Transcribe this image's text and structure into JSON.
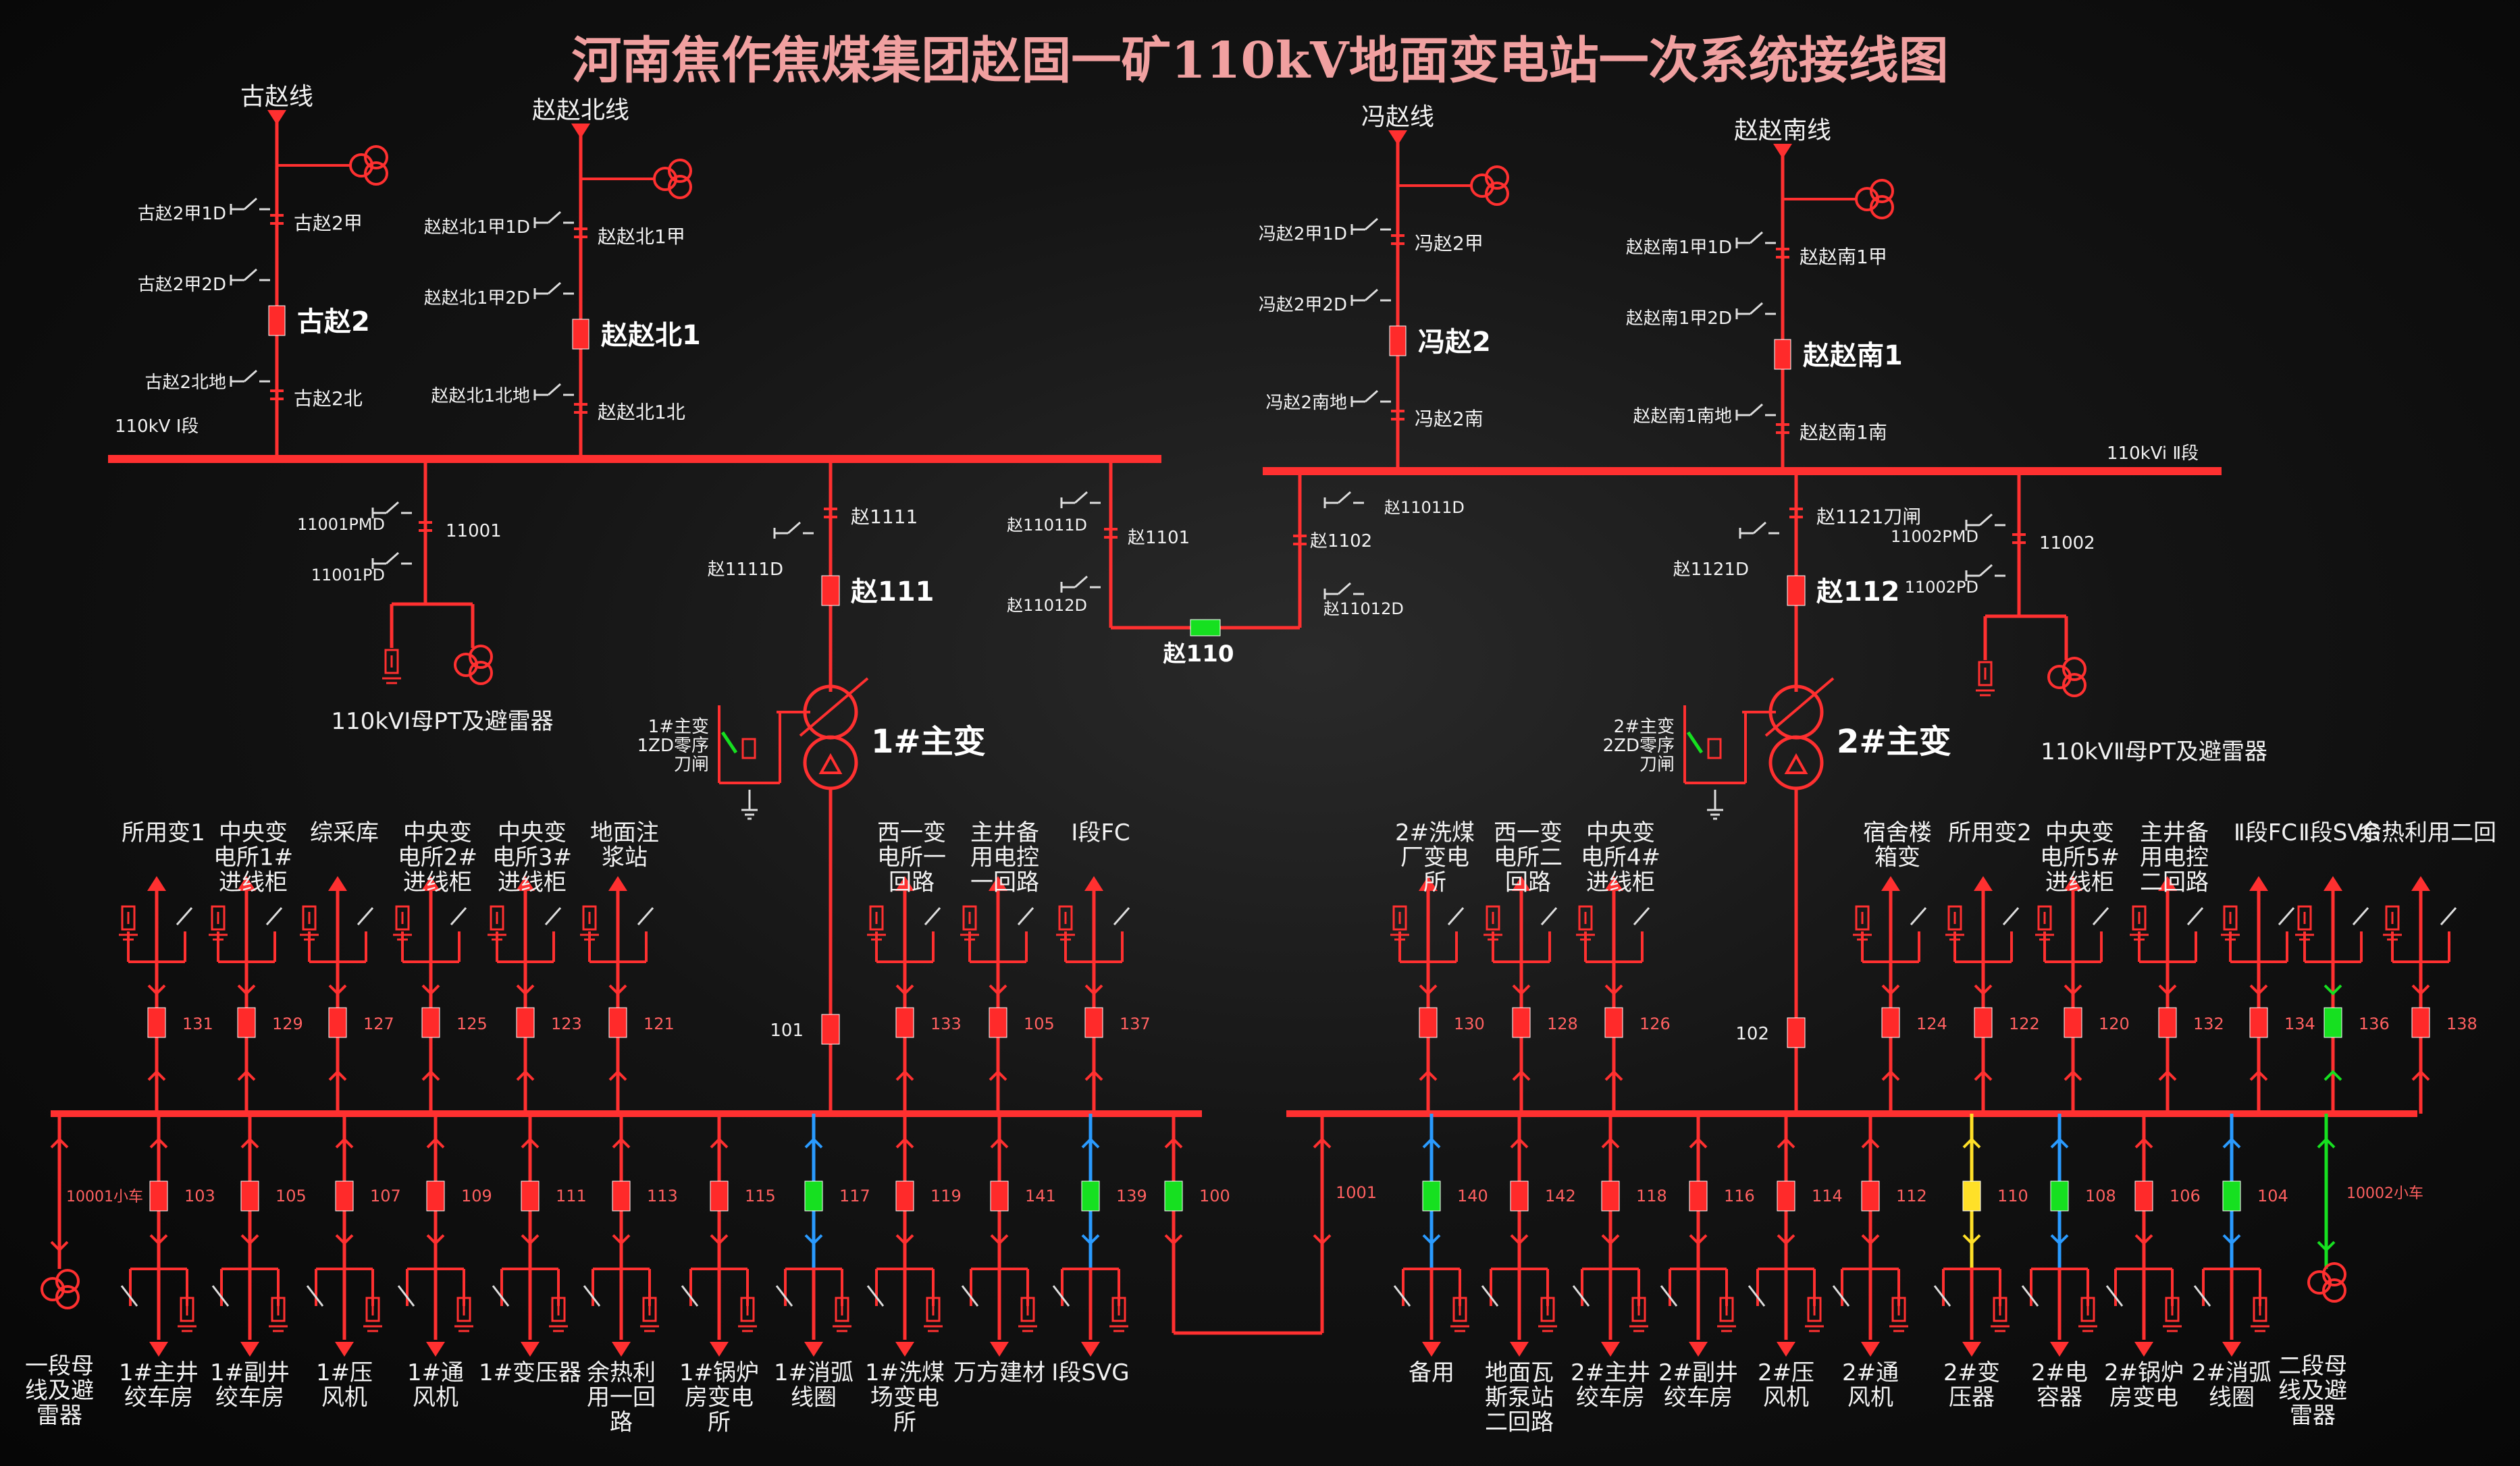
{
  "title": "河南焦作焦煤集团赵固一矿110kV地面变电站一次系统接线图",
  "colors": {
    "energized": "#ff2a2a",
    "cold": "#16e020",
    "blue": "#2a9bff",
    "yellow": "#ffe028",
    "wire": "#ff3030"
  },
  "bus110": {
    "left_label": "110kV I段",
    "right_label": "110kVi Ⅱ段"
  },
  "lines_110": [
    {
      "name": "古赵线",
      "breaker": "古赵2",
      "sw1": "古赵2甲",
      "sw1d": "古赵2甲1D",
      "sw2d": "古赵2甲2D",
      "sw3": "古赵2北",
      "sw3d": "古赵2北地"
    },
    {
      "name": "赵赵北线",
      "breaker": "赵赵北1",
      "sw1": "赵赵北1甲",
      "sw1d": "赵赵北1甲1D",
      "sw2d": "赵赵北1甲2D",
      "sw3": "赵赵北1北",
      "sw3d": "赵赵北1北地"
    },
    {
      "name": "冯赵线",
      "breaker": "冯赵2",
      "sw1": "冯赵2甲",
      "sw1d": "冯赵2甲1D",
      "sw2d": "冯赵2甲2D",
      "sw3": "冯赵2南",
      "sw3d": "冯赵2南地"
    },
    {
      "name": "赵赵南线",
      "breaker": "赵赵南1",
      "sw1": "赵赵南1甲",
      "sw1d": "赵赵南1甲1D",
      "sw2d": "赵赵南1甲2D",
      "sw3": "赵赵南1南",
      "sw3d": "赵赵南1南地"
    }
  ],
  "pt_left": {
    "sw": "11001",
    "d1": "11001PMD",
    "d2": "11001PD",
    "label": "110kVⅠ母PT及避雷器"
  },
  "pt_right": {
    "sw": "11002",
    "d1": "11002PMD",
    "d2": "11002PD",
    "label": "110kVⅡ母PT及避雷器"
  },
  "tie110": {
    "breaker": "赵110",
    "s1": "赵1101",
    "s1d1": "赵11011D",
    "s1d2": "赵11012D",
    "s2": "赵1102",
    "s2d1": "赵11011D",
    "s2d2": "赵11012D"
  },
  "tx1": {
    "breaker": "赵111",
    "sw": "赵1111",
    "swd": "赵1111D",
    "name": "1#主变",
    "gnd": "1#主变\n1ZD零序\n刀闸"
  },
  "tx2": {
    "breaker": "赵112",
    "sw": "赵1121刀闸",
    "swd": "赵1121D",
    "name": "2#主变",
    "gnd": "2#主变\n2ZD零序\n刀闸"
  },
  "incomer1": "101",
  "incomer2": "102",
  "top_feeders_left": [
    {
      "num": "131",
      "label": "所用变1"
    },
    {
      "num": "129",
      "label": "中央变\n电所1#\n进线柜"
    },
    {
      "num": "127",
      "label": "综采库"
    },
    {
      "num": "125",
      "label": "中央变\n电所2#\n进线柜"
    },
    {
      "num": "123",
      "label": "中央变\n电所3#\n进线柜"
    },
    {
      "num": "121",
      "label": "地面注\n浆站"
    },
    {
      "num": "133",
      "label": "西一变\n电所一\n回路"
    },
    {
      "num": "105",
      "label": "主井备\n用电控\n一回路"
    },
    {
      "num": "137",
      "label": "Ⅰ段FC"
    }
  ],
  "top_feeders_right": [
    {
      "num": "130",
      "label": "2#洗煤\n厂变电\n所"
    },
    {
      "num": "128",
      "label": "西一变\n电所二\n回路"
    },
    {
      "num": "126",
      "label": "中央变\n电所4#\n进线柜"
    },
    {
      "num": "124",
      "label": "宿舍楼\n箱变"
    },
    {
      "num": "122",
      "label": "所用变2"
    },
    {
      "num": "120",
      "label": "中央变\n电所5#\n进线柜"
    },
    {
      "num": "132",
      "label": "主井备\n用电控\n二回路"
    },
    {
      "num": "134",
      "label": "Ⅱ段FC"
    },
    {
      "num": "136",
      "label": "Ⅱ段SVG"
    },
    {
      "num": "138",
      "label": "余热利用二回"
    }
  ],
  "bottom_feeders_left": [
    {
      "num": "10001小车",
      "label": "一段母\n线及避\n雷器"
    },
    {
      "num": "103",
      "label": "1#主井\n绞车房"
    },
    {
      "num": "105",
      "label": "1#副井\n绞车房"
    },
    {
      "num": "107",
      "label": "1#压\n风机"
    },
    {
      "num": "109",
      "label": "1#通\n风机"
    },
    {
      "num": "111",
      "label": "1#变压器"
    },
    {
      "num": "113",
      "label": "余热利\n用一回\n路"
    },
    {
      "num": "115",
      "label": "1#锅炉\n房变电\n所"
    },
    {
      "num": "117",
      "label": "1#消弧\n线圈"
    },
    {
      "num": "119",
      "label": "1#洗煤\n场变电\n所"
    },
    {
      "num": "141",
      "label": "万方建材"
    },
    {
      "num": "139",
      "label": "Ⅰ段SVG"
    }
  ],
  "bottom_feeders_right": [
    {
      "num": "140",
      "label": "备用"
    },
    {
      "num": "142",
      "label": "地面瓦\n斯泵站\n二回路"
    },
    {
      "num": "118",
      "label": "2#主井\n绞车房"
    },
    {
      "num": "116",
      "label": "2#副井\n绞车房"
    },
    {
      "num": "114",
      "label": "2#压\n风机"
    },
    {
      "num": "112",
      "label": "2#通\n风机"
    },
    {
      "num": "110",
      "label": "2#变\n压器"
    },
    {
      "num": "108",
      "label": "2#电\n容器"
    },
    {
      "num": "106",
      "label": "2#锅炉\n房变电"
    },
    {
      "num": "104",
      "label": "2#消弧\n线圈"
    },
    {
      "num": "10002小车",
      "label": "二段母\n线及避\n雷器"
    }
  ],
  "buscoupler": {
    "b1": "100",
    "b2": "1001"
  }
}
